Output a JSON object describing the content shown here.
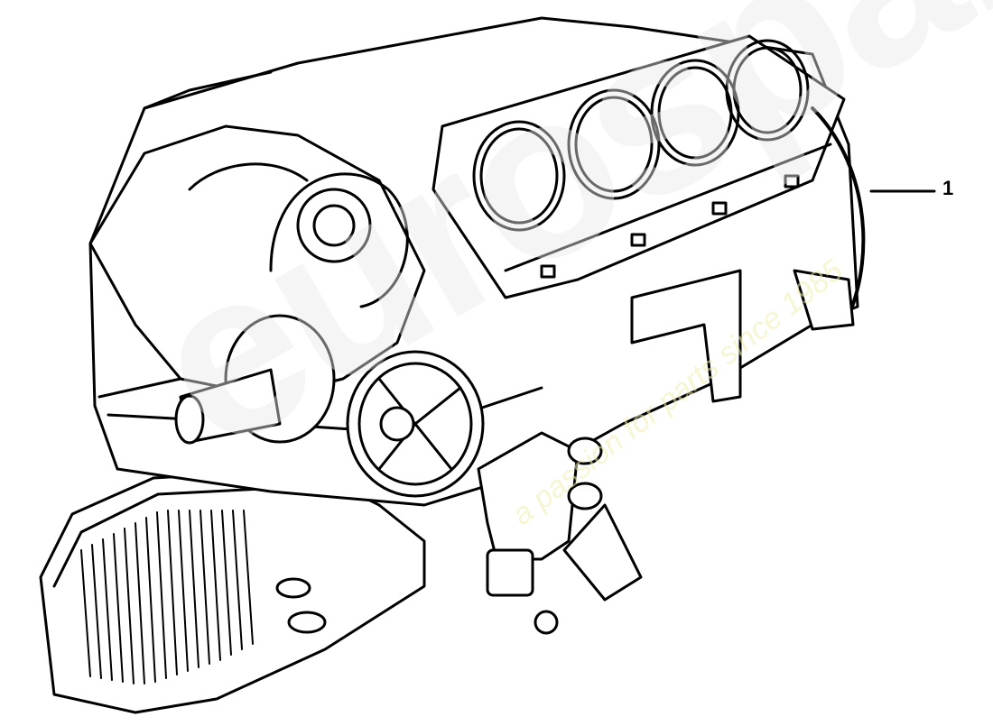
{
  "diagram": {
    "type": "exploded parts illustration",
    "subject": "V8 engine short block (crankcase with cylinders, water pump, oil filter, oil pan)",
    "stroke_color": "#000000",
    "background_color": "#ffffff"
  },
  "callouts": [
    {
      "number": "1",
      "target": "engine short block assembly"
    }
  ],
  "watermark": {
    "logo_text": "eurospares",
    "tagline": "a passion for parts since 1985",
    "color": "#f2eeb0"
  }
}
